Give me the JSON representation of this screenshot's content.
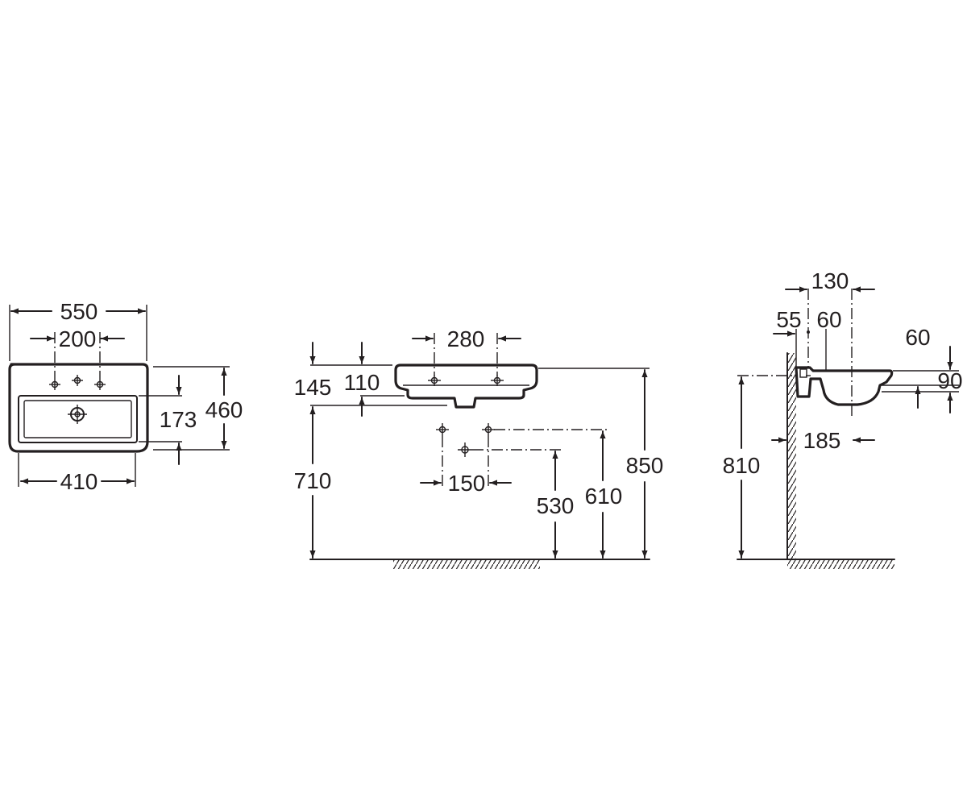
{
  "colors": {
    "ink": "#231f20",
    "background": "#ffffff"
  },
  "views": {
    "top": {
      "width_overall": "550",
      "tap_holes_spacing": "200",
      "depth_overall": "460",
      "tap_to_bowl_front": "173",
      "bowl_width": "410"
    },
    "front": {
      "basin_height": "145",
      "rim_height": "110",
      "tap_spacing": "280",
      "rim_to_floor": "850",
      "bottom_to_floor": "710",
      "supply_spacing": "150",
      "waste_height": "530",
      "supply_height": "610"
    },
    "side": {
      "overall_projection": "130",
      "wall_offset": "55",
      "overflow_offset": "60",
      "rim_thickness": "60",
      "front_height": "90",
      "bowl_depth": "185",
      "floor_height": "810"
    }
  }
}
